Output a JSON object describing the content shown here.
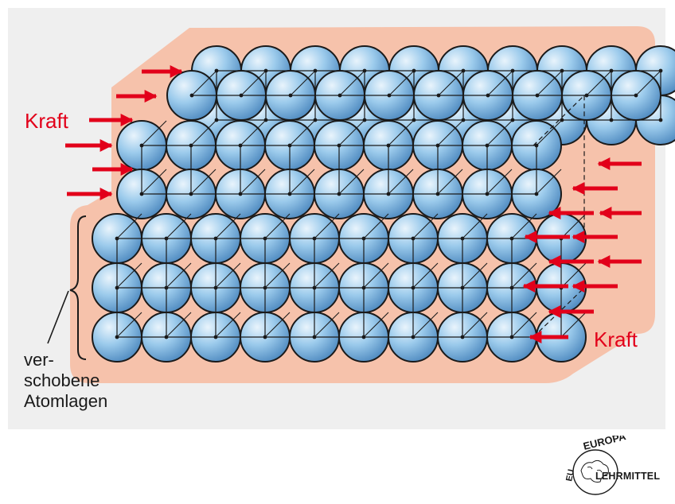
{
  "labels": {
    "force_left": "Kraft",
    "force_right": "Kraft",
    "shifted_layers": [
      "ver-",
      "schobene",
      "Atomlagen"
    ]
  },
  "logo": {
    "arc_text": "EUROPA",
    "side_text": "EU",
    "main_text": "LEHRMITTEL"
  },
  "colors": {
    "background_panel": "#efefef",
    "deformation_zone": "#f6c2ab",
    "atom_light": "#e9f4fc",
    "atom_mid": "#9ccbec",
    "atom_dark": "#4a86bd",
    "force_arrow": "#e2001a",
    "lines": "#1a1a1a"
  },
  "icons": [
    "force-arrow-icon",
    "curly-brace-icon",
    "europa-lehrmittel-logo-icon"
  ]
}
